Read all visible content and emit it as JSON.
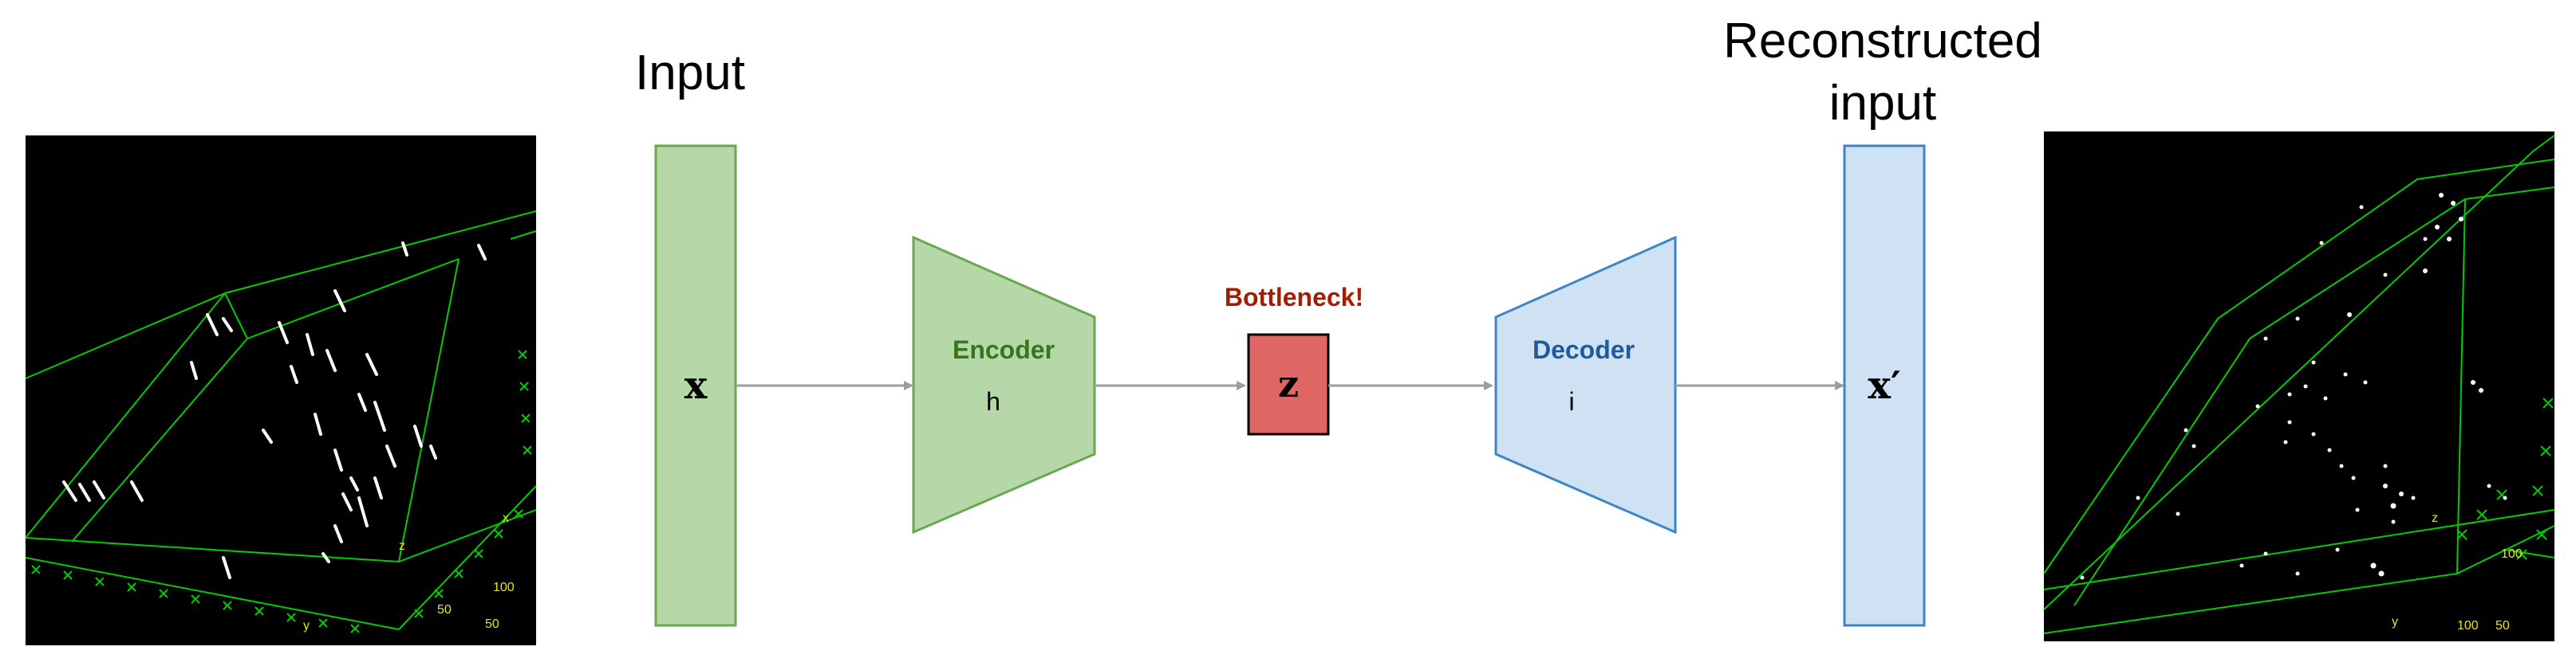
{
  "labels": {
    "input_title": "Input",
    "output_title_line1": "Reconstructed",
    "output_title_line2": "input",
    "x_symbol": "x",
    "x_prime_symbol": "x′",
    "encoder_label": "Encoder",
    "encoder_sub": "h",
    "decoder_label": "Decoder",
    "decoder_sub": "i",
    "bottleneck_label": "Bottleneck!",
    "z_symbol": "z"
  },
  "left_plot_ticks": {
    "axis_y": "y",
    "axis_x": "x",
    "axis_z": "z",
    "tick_100": "100",
    "tick_50a": "50",
    "tick_50b": "50"
  },
  "right_plot_ticks": {
    "axis_y": "y",
    "axis_z": "z",
    "tick_100a": "100",
    "tick_100b": "100",
    "tick_50": "50"
  },
  "colors": {
    "green_fill": "#b6d7a8",
    "green_stroke": "#6aa84f",
    "green_text": "#38761d",
    "blue_fill": "#cfe2f3",
    "blue_stroke": "#3d85c6",
    "blue_text": "#1f5a9e",
    "red_fill": "#e06666",
    "red_text": "#a61c00",
    "arrow": "#9e9e9e",
    "plot_bg": "#000000",
    "plot_line": "#00cc00",
    "plot_label": "#e8e800"
  }
}
